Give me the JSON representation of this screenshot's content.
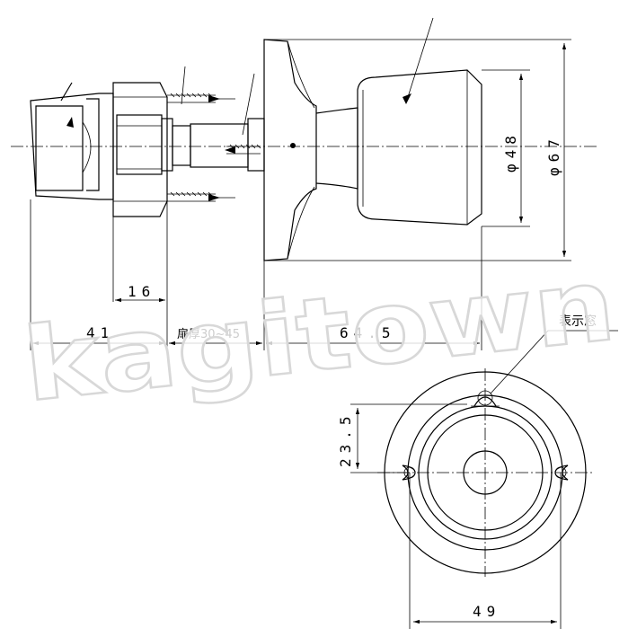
{
  "dimensions": {
    "rose_depth": "41",
    "latch_offset": "16",
    "door_thickness": "扉厚30~45",
    "knob_projection": "64.5",
    "knob_diameter": "φ48",
    "rose_diameter": "φ67",
    "indicator_height": "23.5",
    "screw_pitch": "49"
  },
  "labels": {
    "indicator_window": "表示窓"
  },
  "watermark": "kagitown"
}
